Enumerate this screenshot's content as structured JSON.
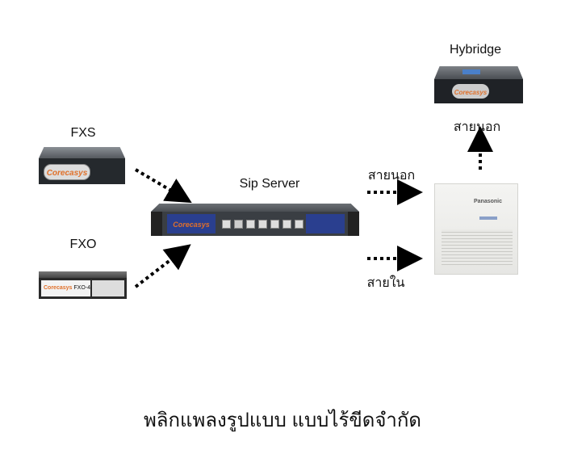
{
  "labels": {
    "fxs": "FXS",
    "fxo": "FXO",
    "sip_server": "Sip Server",
    "hybridge": "Hybridge",
    "hybridge_line": "สายนอก",
    "outside_line": "สายนอก",
    "inside_line": "สายใน"
  },
  "devices": {
    "brand": "Corecasys",
    "fxo_model": "FXO-4",
    "pbx_brand": "Panasonic"
  },
  "caption": "พลิกแพลงรูปแบบ แบบไร้ขีดจำกัด",
  "colors": {
    "arrow": "#000000",
    "device_dark": "#2b2f33",
    "brand_orange": "#e0702a",
    "panel_blue": "#2a3f8f"
  }
}
